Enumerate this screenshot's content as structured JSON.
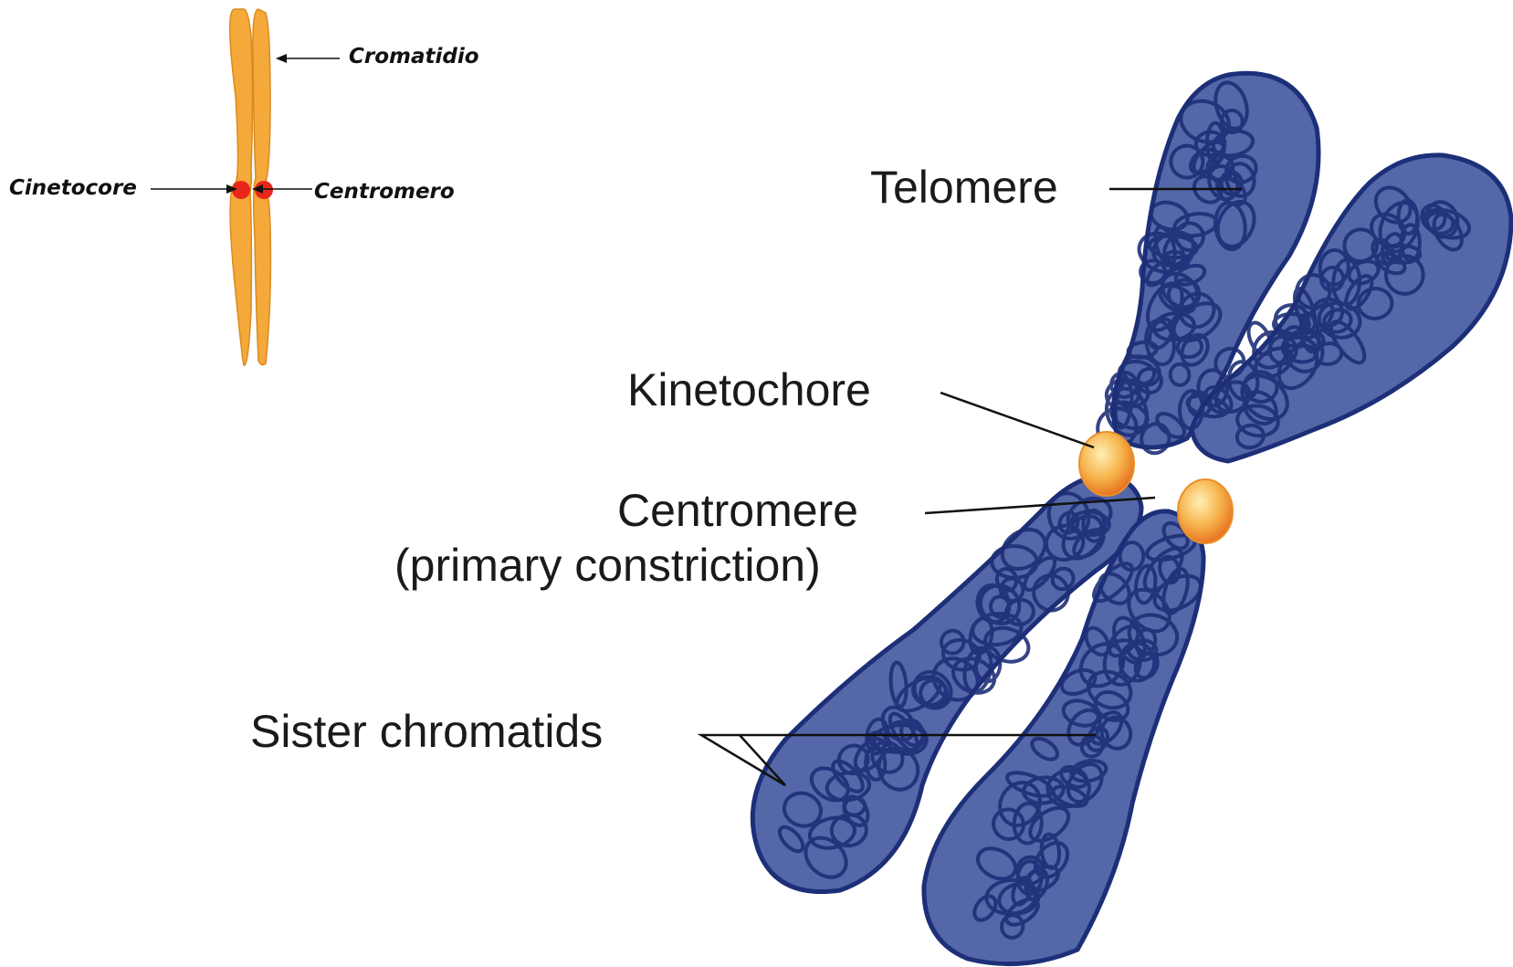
{
  "small_diagram": {
    "labels": {
      "chromatid": "Cromatidio",
      "kinetochore": "Cinetocore",
      "centromere": "Centromero"
    }
  },
  "large_diagram": {
    "labels": {
      "telomere": "Telomere",
      "kinetochore": "Kinetochore",
      "centromere_line1": "Centromere",
      "centromere_line2": "(primary constriction)",
      "sister_chromatids": "Sister chromatids"
    }
  },
  "colors": {
    "chromatid_fill": "#f5a93b",
    "chromatid_edge": "#d98a1f",
    "small_kinetochore": "#e8271a",
    "chromosome_fill": "#4e63a6",
    "chromosome_coil": "#1d2f78",
    "kinetochore_fill": "#f6b24a",
    "leader_line": "#111111"
  }
}
